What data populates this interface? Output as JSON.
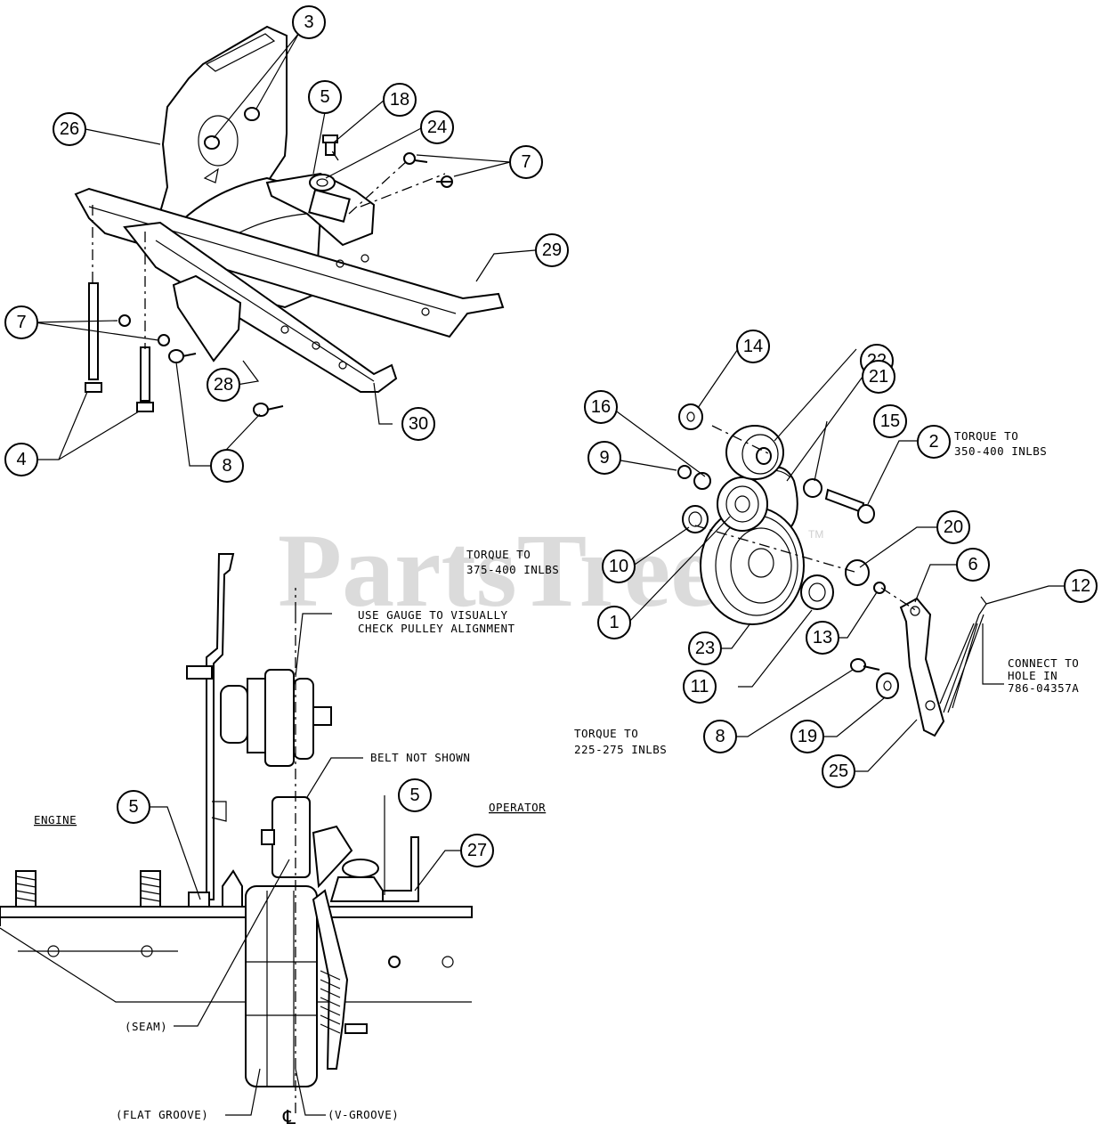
{
  "watermark": {
    "text": "PartsTree",
    "trademark": "TM"
  },
  "callouts": {
    "c3": "3",
    "c5a": "5",
    "c18": "18",
    "c24": "24",
    "c26": "26",
    "c7a": "7",
    "c29": "29",
    "c7b": "7",
    "c4": "4",
    "c28": "28",
    "c8a": "8",
    "c30": "30",
    "c14": "14",
    "c22": "22",
    "c21": "21",
    "c16": "16",
    "c15": "15",
    "c9": "9",
    "c2": "2",
    "c10": "10",
    "c20": "20",
    "c6": "6",
    "c12": "12",
    "c1": "1",
    "c13": "13",
    "c23": "23",
    "c11": "11",
    "c8b": "8",
    "c19": "19",
    "c25": "25",
    "c5b": "5",
    "c5c": "5",
    "c27": "27"
  },
  "notes": {
    "torque_2_line1": "TORQUE TO",
    "torque_2_line2": "350-400 INLBS",
    "torque_pulley_line1": "TORQUE TO",
    "torque_pulley_line2": "375-400 INLBS",
    "torque_8_line1": "TORQUE TO",
    "torque_8_line2": "225-275 INLBS",
    "connect_line1": "CONNECT TO",
    "connect_line2": "HOLE IN",
    "connect_line3": "786-04357A",
    "gauge_line1": "USE GAUGE TO VISUALLY",
    "gauge_line2": "CHECK PULLEY ALIGNMENT",
    "belt_not_shown": "BELT NOT SHOWN",
    "engine": "ENGINE",
    "operator": "OPERATOR",
    "seam": "(SEAM)",
    "flat_groove": "(FLAT GROOVE)",
    "v_groove": "(V-GROOVE)",
    "centerline": "℄"
  }
}
